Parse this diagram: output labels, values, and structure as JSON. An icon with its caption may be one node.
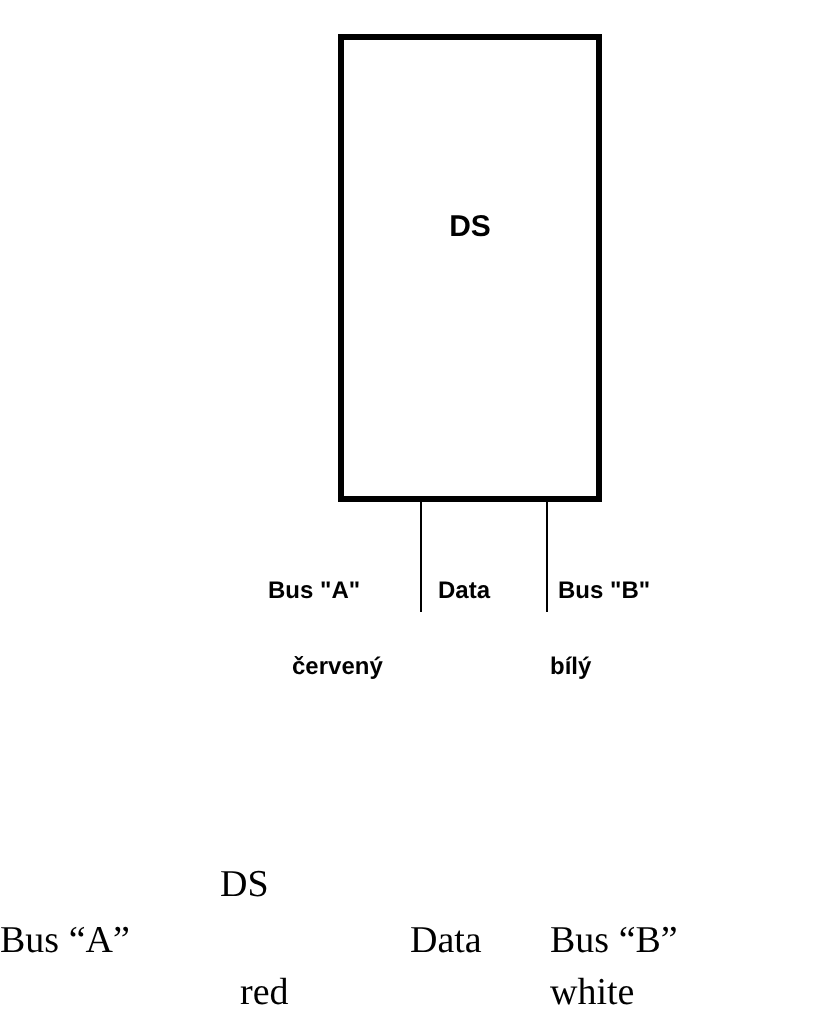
{
  "diagram": {
    "nodes": [
      {
        "text": [
          "DS"
        ]
      }
    ],
    "labels": [
      "Bus \"A\"",
      "Data",
      "Bus \"B\"",
      "červený",
      "bílý",
      "DS",
      "Bus “A”",
      "Data",
      "Bus “B”",
      "red",
      "white"
    ]
  }
}
